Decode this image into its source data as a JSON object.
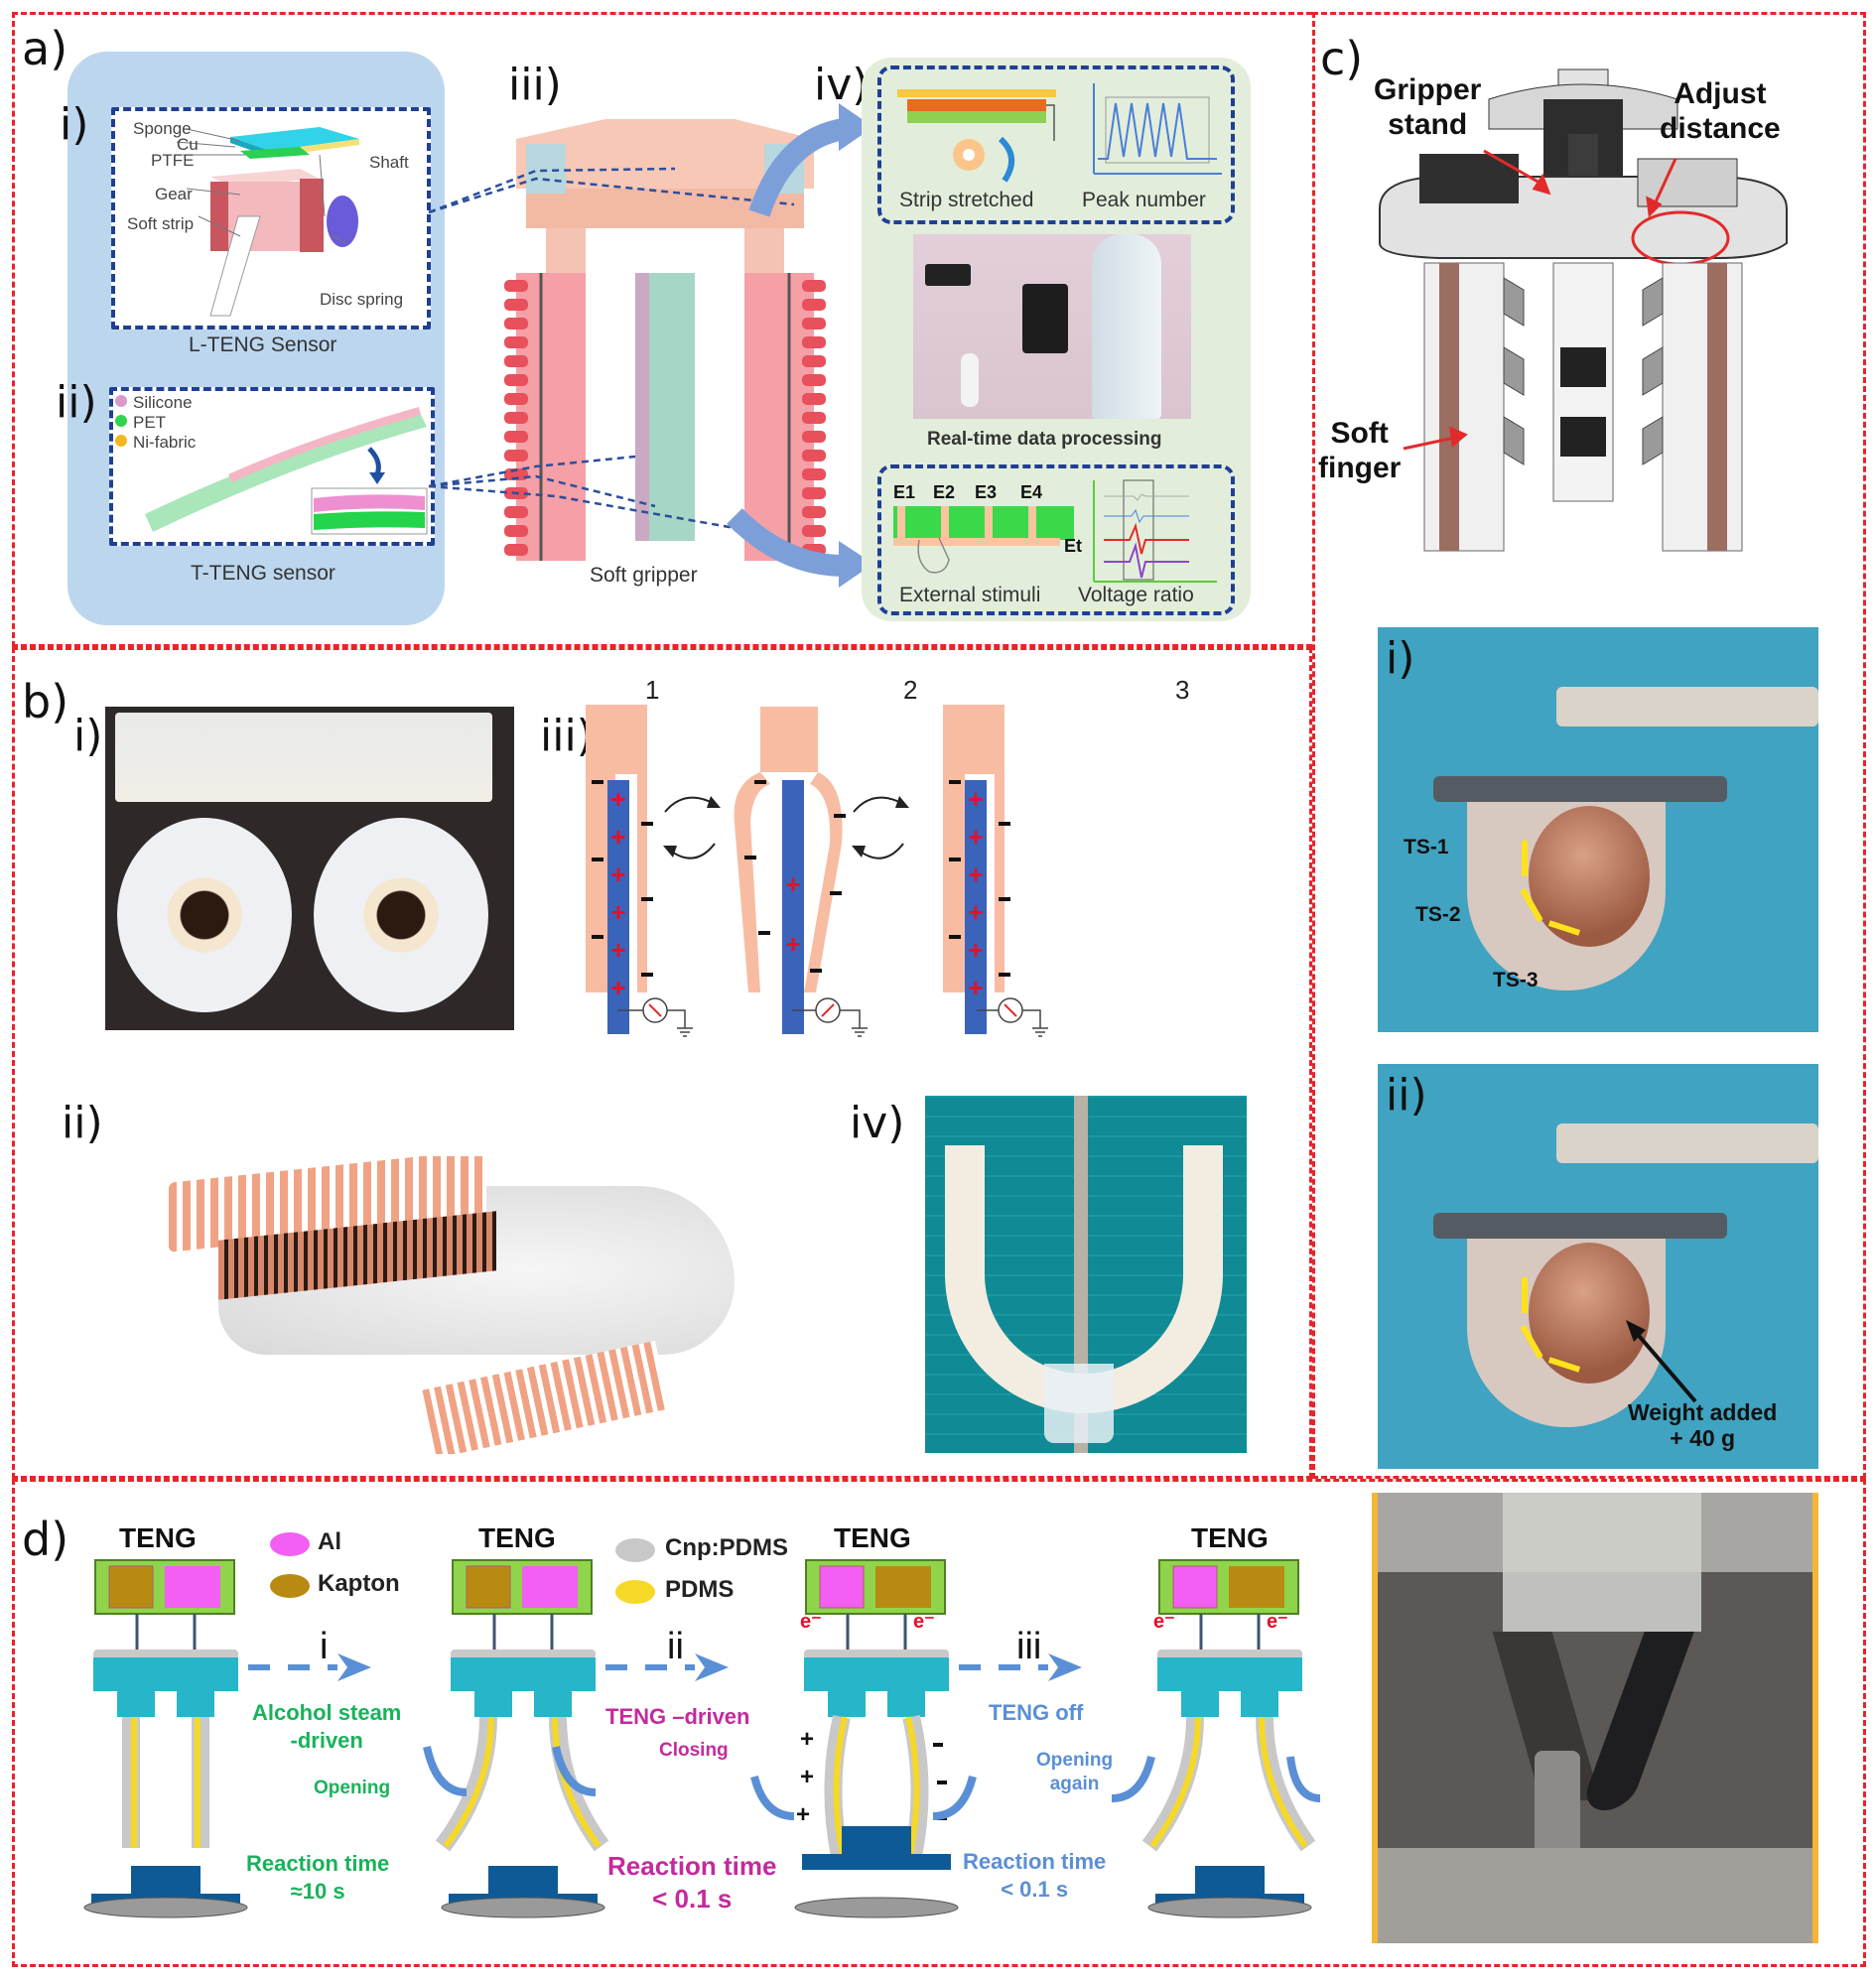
{
  "figure": {
    "panel_a": {
      "label": "a)",
      "sub_i": "i)",
      "sub_ii": "ii)",
      "sub_iii": "iii)",
      "sub_iv": "iv)",
      "l_teng": {
        "callouts": [
          "Sponge",
          "Cu",
          "PTFE",
          "Gear",
          "Soft strip",
          "Shaft",
          "Disc spring"
        ],
        "caption": "L-TENG Sensor"
      },
      "t_teng": {
        "legend": [
          "Silicone",
          "PET",
          "Ni-fabric"
        ],
        "caption": "T-TENG sensor"
      },
      "gripper_caption": "Soft gripper",
      "iv_top": {
        "left": "Strip stretched",
        "right": "Peak number"
      },
      "iv_mid_caption": "Real-time data processing",
      "iv_bottom": {
        "electrodes": [
          "E1",
          "E2",
          "E3",
          "E4",
          "Et"
        ],
        "left": "External stimuli",
        "right": "Voltage ratio"
      },
      "colors": {
        "panel_bg": "#bcd6ee",
        "iv_bg": "#e2eedb",
        "box_dash": "#1f3f95"
      }
    },
    "panel_b": {
      "label": "b)",
      "sub_i": "i)",
      "sub_ii": "ii)",
      "sub_iii": "iii)",
      "sub_iv": "iv)",
      "states": [
        "1",
        "2",
        "3"
      ]
    },
    "panel_c": {
      "label": "c)",
      "callouts": {
        "gripper_stand": "Gripper\nstand",
        "adjust_distance": "Adjust\ndistance",
        "soft_finger": "Soft\nfinger"
      },
      "sub_i": "i)",
      "sub_ii": "ii)",
      "sensors": [
        "TS-1",
        "TS-2",
        "TS-3"
      ],
      "weight_note": "Weight added\n+ 40 g"
    },
    "panel_d": {
      "label": "d)",
      "teng_label": "TENG",
      "legend": [
        {
          "name": "Al",
          "color": "#f25ff2"
        },
        {
          "name": "Kapton",
          "color": "#b98a12"
        },
        {
          "name": "Cnp:PDMS",
          "color": "#c8c8c8"
        },
        {
          "name": "PDMS",
          "color": "#f6d826"
        }
      ],
      "steps": [
        {
          "numeral": "i",
          "text": "Alcohol steam\n-driven",
          "motion": "Opening",
          "reaction": "Reaction  time\n≈10 s",
          "color": "#19b25a"
        },
        {
          "numeral": "ii",
          "text": "TENG –driven",
          "motion": "Closing",
          "reaction": "Reaction time\n< 0.1 s",
          "color": "#c42a9c"
        },
        {
          "numeral": "iii",
          "text": "TENG  off",
          "motion": "Opening\nagain",
          "reaction": "Reaction  time\n< 0.1 s",
          "color": "#5a8fd6"
        }
      ],
      "electron": "e⁻"
    }
  }
}
